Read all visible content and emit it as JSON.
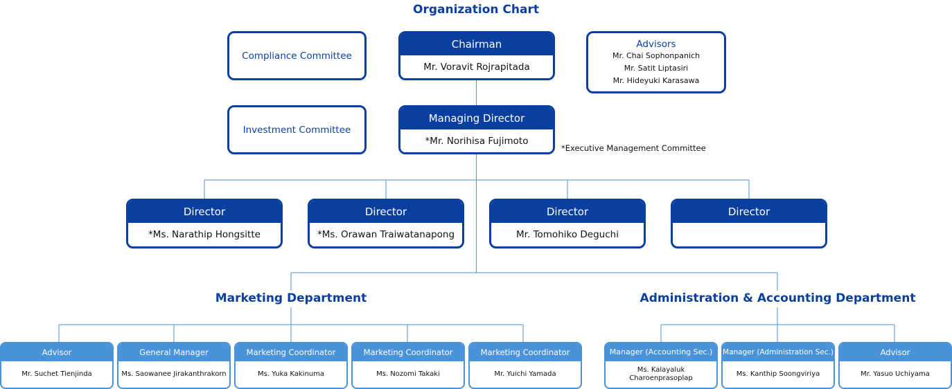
{
  "title": "Organization Chart",
  "committees": {
    "compliance": "Compliance Committee",
    "investment": "Investment Committee"
  },
  "chairman": {
    "title": "Chairman",
    "name": "Mr. Voravit Rojrapitada"
  },
  "advisors": {
    "title": "Advisors",
    "names": [
      "Mr. Chai Sophonpanich",
      "Mr. Satit Liptasiri",
      "Mr. Hideyuki Karasawa"
    ]
  },
  "managing_director": {
    "title": "Managing Director",
    "name": "*Mr. Norihisa Fujimoto"
  },
  "note": "*Executive Management Committee",
  "directors": [
    {
      "title": "Director",
      "name": "*Ms. Narathip Hongsitte"
    },
    {
      "title": "Director",
      "name": "*Ms. Orawan Traiwatanapong"
    },
    {
      "title": "Director",
      "name": "Mr. Tomohiko Deguchi"
    },
    {
      "title": "Director",
      "name": ""
    }
  ],
  "departments": {
    "marketing": "Marketing Department",
    "admin": "Administration & Accounting Department"
  },
  "marketing_staff": [
    {
      "title": "Advisor",
      "name": "Mr. Suchet Tienjinda"
    },
    {
      "title": "General Manager",
      "name": "Ms. Saowanee Jirakanthrakorn"
    },
    {
      "title": "Marketing Coordinator",
      "name": "Ms. Yuka Kakinuma"
    },
    {
      "title": "Marketing Coordinator",
      "name": "Ms. Nozomi Takaki"
    },
    {
      "title": "Marketing Coordinator",
      "name": "Mr. Yuichi Yamada"
    }
  ],
  "admin_staff": [
    {
      "title": "Manager (Accounting Sec.)",
      "name": "Ms. Kalayaluk Charoenprasoplap"
    },
    {
      "title": "Manager (Administration Sec.)",
      "name": "Ms. Kanthip Soongviriya"
    },
    {
      "title": "Advisor",
      "name": "Mr. Yasuo Uchiyama"
    }
  ],
  "colors": {
    "primary": "#0a3fa0",
    "secondary": "#4a92d9",
    "connector": "#4a92d9"
  }
}
